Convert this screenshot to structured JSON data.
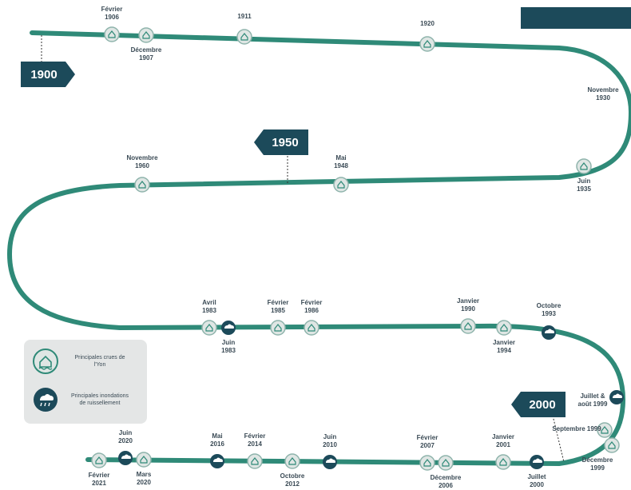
{
  "header": {
    "color": "#1c4a5a"
  },
  "colors": {
    "line": "#2f8a78",
    "icon_bg": "#dfe6e4",
    "icon_border": "#8fb4ac",
    "flag": "#1c4a5a",
    "rain_icon": "#1c4a5a"
  },
  "year_flags": [
    {
      "label": "1900",
      "direction": "right"
    },
    {
      "label": "1950",
      "direction": "left"
    },
    {
      "label": "2000",
      "direction": "left"
    }
  ],
  "events": [
    {
      "line1": "Février",
      "line2": "1906",
      "type": "crue"
    },
    {
      "line1": "Décembre",
      "line2": "1907",
      "type": "crue"
    },
    {
      "line1": "1911",
      "line2": "",
      "type": "crue"
    },
    {
      "line1": "1920",
      "line2": "",
      "type": "crue"
    },
    {
      "line1": "Novembre",
      "line2": "1930",
      "type": "none"
    },
    {
      "line1": "Juin",
      "line2": "1935",
      "type": "crue"
    },
    {
      "line1": "Mai",
      "line2": "1948",
      "type": "crue"
    },
    {
      "line1": "Novembre",
      "line2": "1960",
      "type": "crue"
    },
    {
      "line1": "Avril",
      "line2": "1983",
      "type": "crue"
    },
    {
      "line1": "Juin",
      "line2": "1983",
      "type": "rain"
    },
    {
      "line1": "Février",
      "line2": "1985",
      "type": "crue"
    },
    {
      "line1": "Février",
      "line2": "1986",
      "type": "crue"
    },
    {
      "line1": "Janvier",
      "line2": "1990",
      "type": "crue"
    },
    {
      "line1": "Janvier",
      "line2": "1994",
      "type": "crue"
    },
    {
      "line1": "Octobre",
      "line2": "1993",
      "type": "rain"
    },
    {
      "line1": "Juillet &",
      "line2": "août 1999",
      "type": "rain"
    },
    {
      "line1": "Septembre 1999",
      "line2": "",
      "type": "crue"
    },
    {
      "line1": "Décembre",
      "line2": "1999",
      "type": "crue"
    },
    {
      "line1": "Janvier",
      "line2": "2001",
      "type": "crue"
    },
    {
      "line1": "Juillet",
      "line2": "2000",
      "type": "rain"
    },
    {
      "line1": "Février",
      "line2": "2007",
      "type": "crue"
    },
    {
      "line1": "Décembre",
      "line2": "2006",
      "type": "crue"
    },
    {
      "line1": "Juin",
      "line2": "2010",
      "type": "rain"
    },
    {
      "line1": "Octobre",
      "line2": "2012",
      "type": "crue"
    },
    {
      "line1": "Février",
      "line2": "2014",
      "type": "crue"
    },
    {
      "line1": "Mai",
      "line2": "2016",
      "type": "rain"
    },
    {
      "line1": "Mars",
      "line2": "2020",
      "type": "crue"
    },
    {
      "line1": "Juin",
      "line2": "2020",
      "type": "rain"
    },
    {
      "line1": "Février",
      "line2": "2021",
      "type": "crue"
    }
  ],
  "legend": {
    "crue_text": "Principales crues de l'Yon",
    "rain_text": "Principales inondations de ruissellement"
  }
}
